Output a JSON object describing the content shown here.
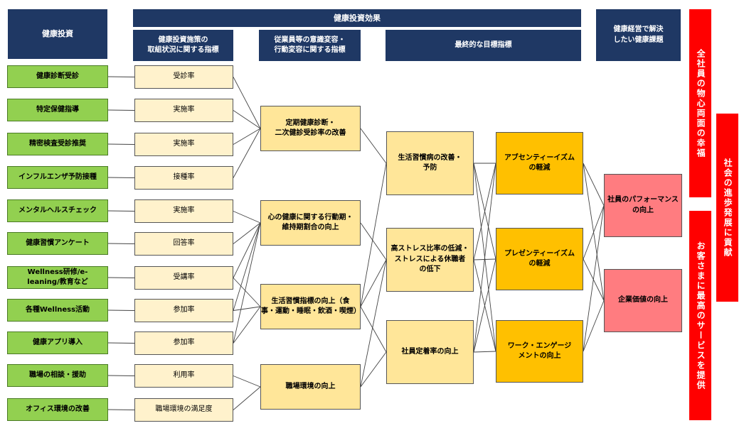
{
  "headers": {
    "investment": "健康投資",
    "effect": "健康投資効果",
    "initiative_status": "健康投資施策の\n取組状況に関する指標",
    "awareness_change": "従業員等の意識変容・\n行動変容に関する指標",
    "final_goal": "最終的な目標指標",
    "health_issue": "健康経営で解決\nしたい健康課題"
  },
  "investments": [
    "健康診断受診",
    "特定保健指導",
    "精密検査受診推奨",
    "インフルエンザ予防接種",
    "メンタルヘルスチェック",
    "健康習慣アンケート",
    "Wellness研修/e-\nleaning/教育など",
    "各種Wellness活動",
    "健康アプリ導入",
    "職場の相談・援助",
    "オフィス環境の改善"
  ],
  "rates": [
    "受診率",
    "実施率",
    "実施率",
    "接種率",
    "実施率",
    "回答率",
    "受講率",
    "参加率",
    "参加率",
    "利用率",
    "職場環境の満足度"
  ],
  "awareness": [
    "定期健康診断・\n二次健診受診率の改善",
    "心の健康に関する行動期・\n維持期割合の向上",
    "生活習慣指標の向上（食\n事・運動・睡眠・飲酒・喫煙）",
    "職場環境の向上"
  ],
  "lifestyle": [
    "生活習慣病の改善・\n予防",
    "高ストレス比率の低減・\nストレスによる休職者\nの低下",
    "社員定着率の向上"
  ],
  "final": [
    "アブセンティーイズム\nの軽減",
    "プレゼンティーイズム\nの軽減",
    "ワーク・エンゲージ\nメントの向上"
  ],
  "outcomes": [
    "社員のパフォーマンス\nの向上",
    "企業価値の向上"
  ],
  "vertical": {
    "wellbeing": "全社員の物心両面の幸福",
    "society": "社会の進歩発展に貢献",
    "customer": "お客さまに最高のサービスを提供"
  },
  "colors": {
    "navy": "#1f3864",
    "green": "#92d050",
    "cream": "#fff2cc",
    "light_yellow": "#ffe699",
    "orange": "#ffc000",
    "pink": "#ff7c80",
    "red": "#ff0000"
  }
}
